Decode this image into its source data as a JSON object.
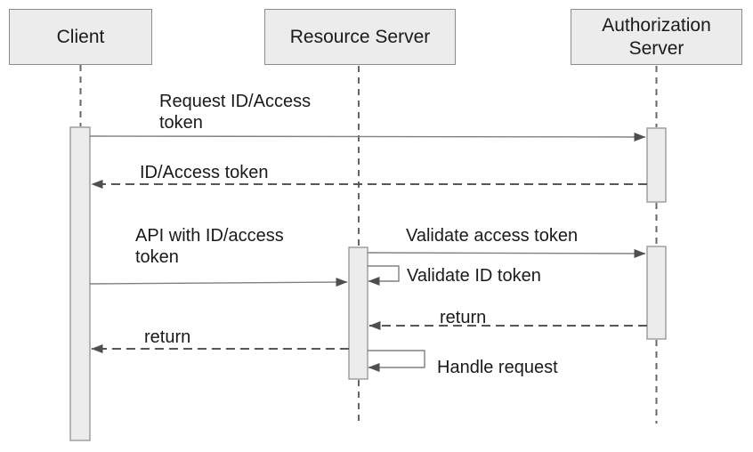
{
  "diagram": {
    "diagram_type": "sequence-diagram",
    "participants": [
      {
        "id": "client",
        "label": "Client"
      },
      {
        "id": "resource-server",
        "label": "Resource Server"
      },
      {
        "id": "authorization-server",
        "label": "Authorization Server"
      }
    ],
    "messages": [
      {
        "from": "Client",
        "to": "Authorization Server",
        "style": "solid",
        "label": "Request ID/Access token"
      },
      {
        "from": "Authorization Server",
        "to": "Client",
        "style": "dashed",
        "label": "ID/Access token"
      },
      {
        "from": "Client",
        "to": "Resource Server",
        "style": "solid",
        "label": "API with ID/access token"
      },
      {
        "from": "Resource Server",
        "to": "Authorization Server",
        "style": "solid",
        "label": "Validate access token"
      },
      {
        "from": "Resource Server",
        "to": "Resource Server",
        "style": "self",
        "label": "Validate ID token"
      },
      {
        "from": "Authorization Server",
        "to": "Resource Server",
        "style": "dashed",
        "label": "return"
      },
      {
        "from": "Resource Server",
        "to": "Client",
        "style": "dashed",
        "label": "return"
      },
      {
        "from": "Resource Server",
        "to": "Resource Server",
        "style": "self",
        "label": "Handle request"
      }
    ],
    "colors": {
      "background": "#ffffff",
      "box_fill": "#ececec",
      "box_border": "#8c8c8c",
      "activation_fill": "#ececec",
      "activation_border": "#999999",
      "solid_line": "#808080",
      "dashed_line": "#565656",
      "lifeline": "#676767",
      "arrowhead": "#4f4f4f",
      "text": "#1a1a1a"
    }
  }
}
